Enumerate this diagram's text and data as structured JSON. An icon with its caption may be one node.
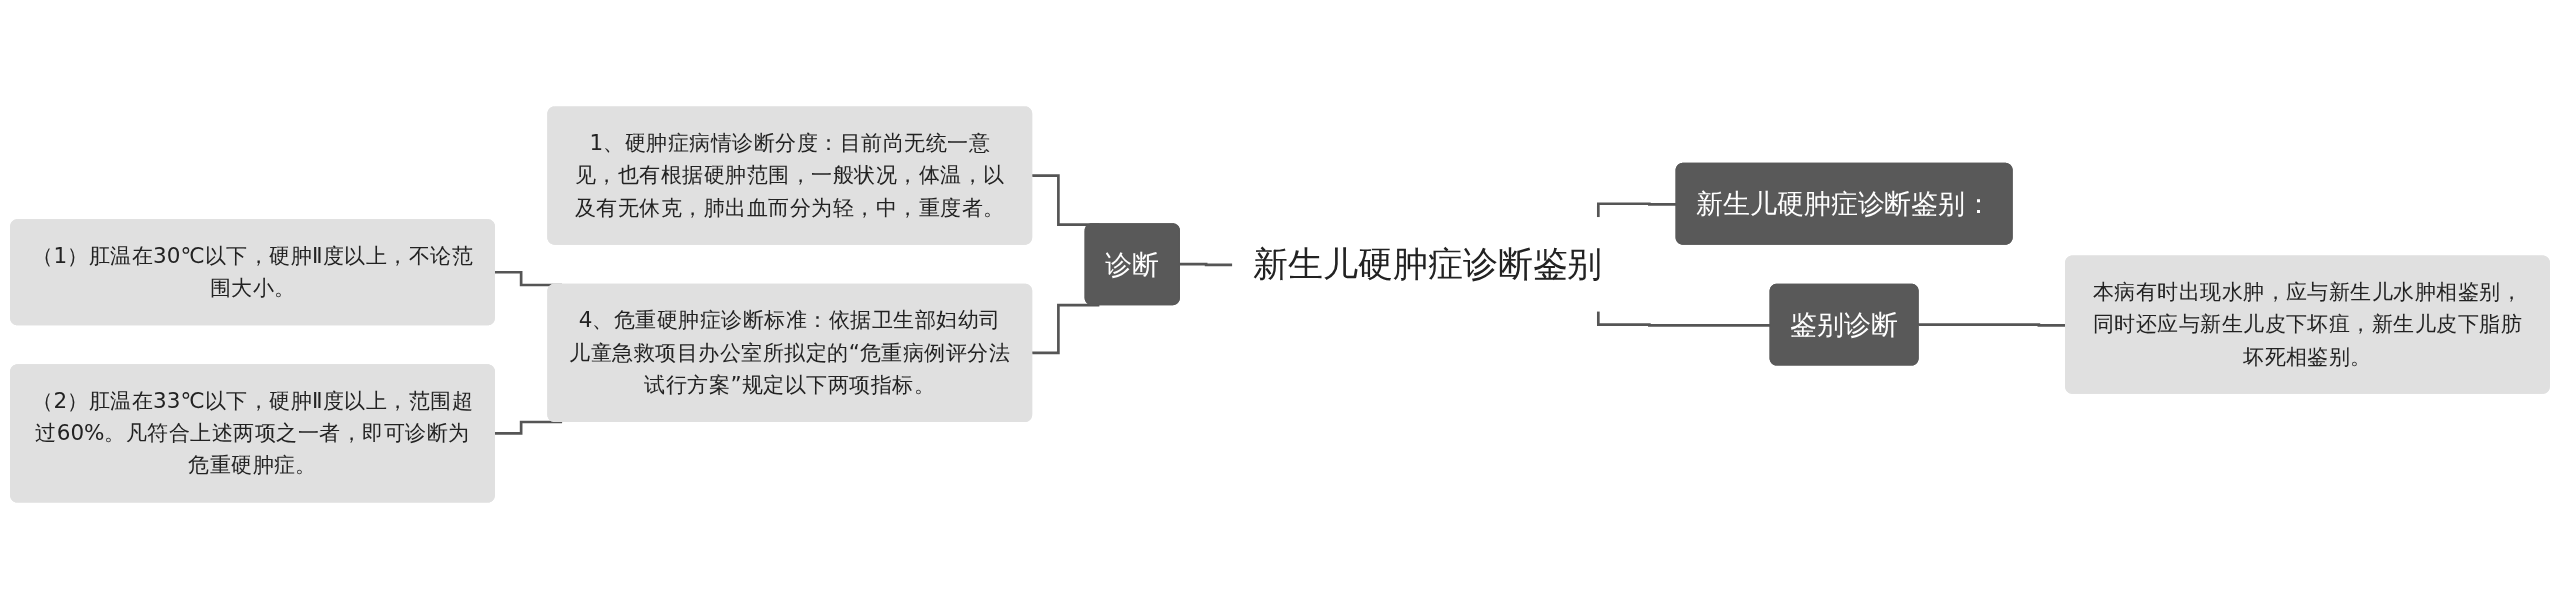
{
  "diagram": {
    "nodes": [
      {
        "text": [
          "新生儿硬肿症诊断鉴别"
        ]
      },
      {
        "text": [
          "诊断"
        ]
      },
      {
        "text": [
          "1、硬肿症病情诊断分度：目前尚无统一意见，也有根据硬肿范围，一般状况，体温，以及有无休克，肺出血而分为轻，中，重度者。"
        ]
      },
      {
        "text": [
          "4、危重硬肿症诊断标准：依据卫生部妇幼司儿童急救项目办公室所拟定的“危重病例评分法试行方案”规定以下两项指标。"
        ]
      },
      {
        "text": [
          "（1）肛温在30℃以下，硬肿Ⅱ度以上，不论范围大小。"
        ]
      },
      {
        "text": [
          "（2）肛温在33℃以下，硬肿Ⅱ度以上，范围超过60%。凡符合上述两项之一者，即可诊断为危重硬肿症。"
        ]
      },
      {
        "text": [
          "新生儿硬肿症诊断鉴别："
        ]
      },
      {
        "text": [
          "鉴别诊断"
        ]
      },
      {
        "text": [
          "本病有时出现水肿，应与新生儿水肿相鉴别，同时还应与新生儿皮下坏疽，新生儿皮下脂肪坏死相鉴别。"
        ]
      }
    ],
    "edges": [
      {
        "from": 0,
        "to": 1,
        "arrow": "none"
      },
      {
        "from": 1,
        "to": 2,
        "arrow": "none"
      },
      {
        "from": 1,
        "to": 3,
        "arrow": "none"
      },
      {
        "from": 3,
        "to": 4,
        "arrow": "none"
      },
      {
        "from": 3,
        "to": 5,
        "arrow": "none"
      },
      {
        "from": 0,
        "to": 6,
        "arrow": "none"
      },
      {
        "from": 0,
        "to": 7,
        "arrow": "none"
      },
      {
        "from": 7,
        "to": 8,
        "arrow": "none"
      }
    ]
  }
}
